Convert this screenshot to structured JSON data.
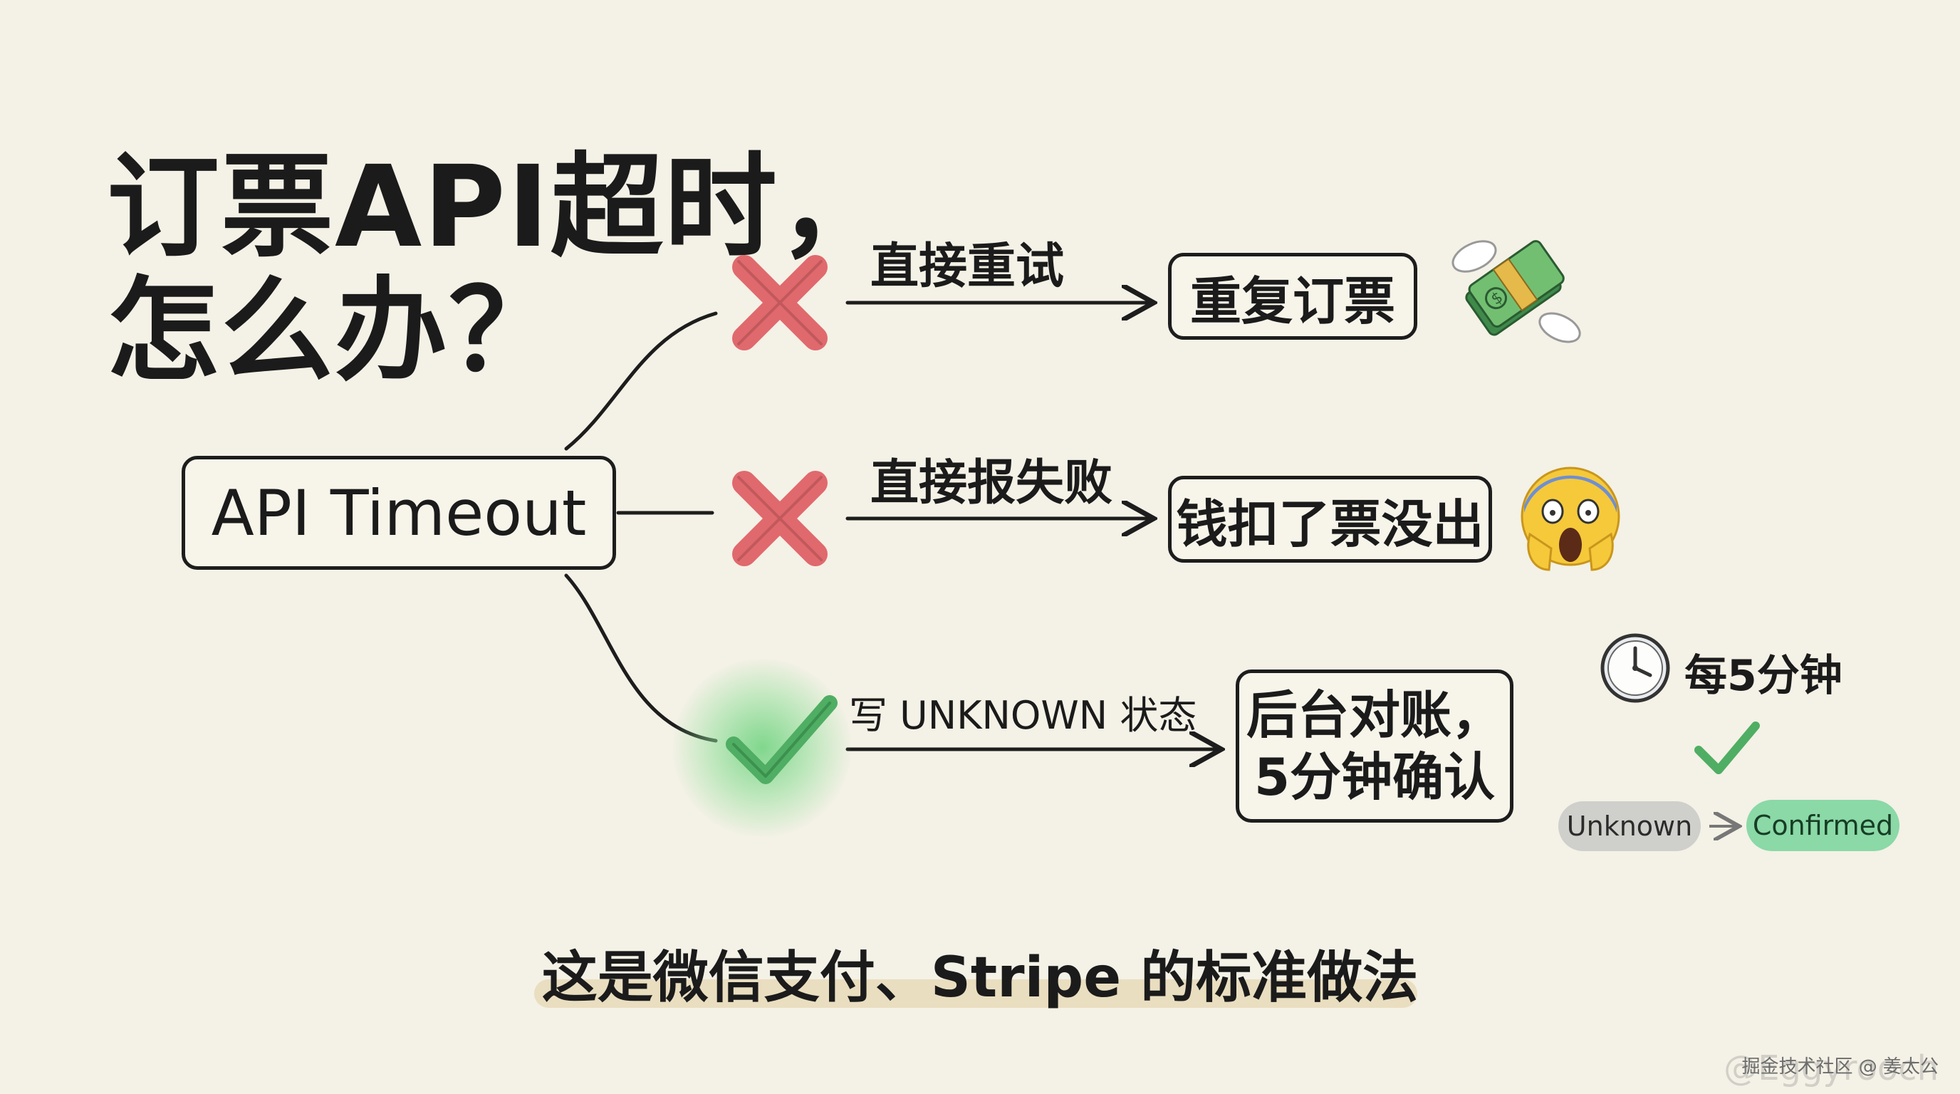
{
  "title": {
    "line1": "订票API超时，",
    "line2": "怎么办？"
  },
  "root": {
    "label": "API Timeout"
  },
  "branches": [
    {
      "action": "直接重试",
      "result": "重复订票",
      "status": "wrong",
      "emoji_icon": "flying-money-icon"
    },
    {
      "action": "直接报失败",
      "result": "钱扣了票没出",
      "status": "wrong",
      "emoji_icon": "screaming-face-icon"
    },
    {
      "action": "写 UNKNOWN 状态",
      "result_line1": "后台对账，",
      "result_line2": "5分钟确认",
      "status": "correct"
    }
  ],
  "legend": {
    "interval": "每5分钟",
    "from_state": "Unknown",
    "to_state": "Confirmed"
  },
  "footer": "这是微信支付、Stripe 的标准做法",
  "watermark": "掘金技术社区 @ 姜太公",
  "watermark_faint": "@Eggyrooch",
  "colors": {
    "background": "#f4f1e6",
    "wrong": "#e0696d",
    "correct": "#4fae63",
    "confirmed_pill": "#8ad9a6",
    "unknown_pill": "#cfcfcb"
  }
}
